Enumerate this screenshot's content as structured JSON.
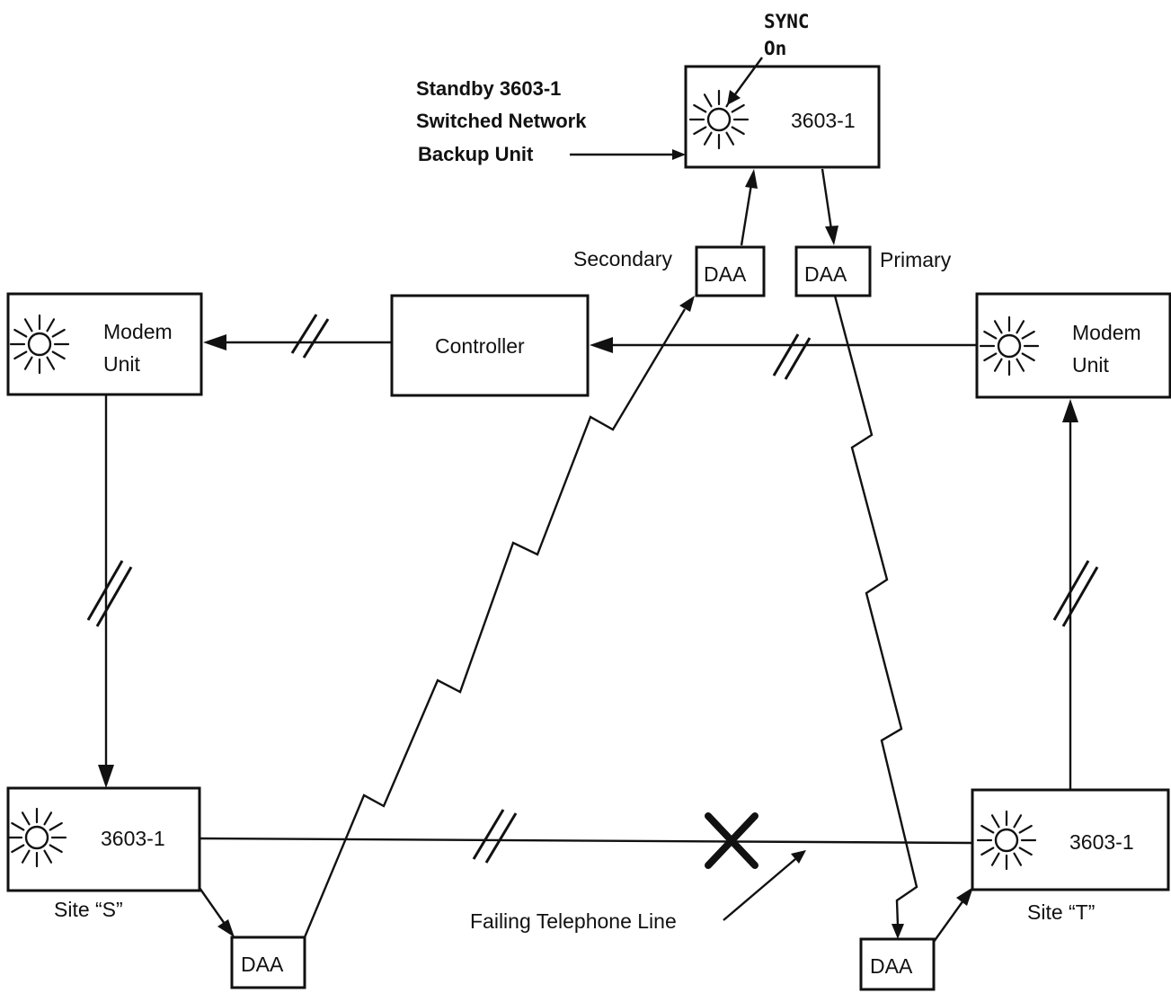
{
  "labels": {
    "sync": "SYNC",
    "on": "On",
    "standby_line1": "Standby 3603-1",
    "standby_line2": "Switched Network",
    "standby_line3": "Backup Unit",
    "top_unit": "3603-1",
    "secondary": "Secondary",
    "primary": "Primary",
    "daa": "DAA",
    "controller": "Controller",
    "modem_line1": "Modem",
    "modem_line2": "Unit",
    "site_s_unit": "3603-1",
    "site_t_unit": "3603-1",
    "site_s": "Site “S”",
    "site_t": "Site “T”",
    "failing_line": "Failing Telephone Line"
  },
  "icons": {
    "lamp": "lamp-icon",
    "link_marker": "communication-line-icon",
    "failure_marker": "x-mark-icon"
  },
  "colors": {
    "ink": "#111111",
    "background": "#ffffff"
  }
}
